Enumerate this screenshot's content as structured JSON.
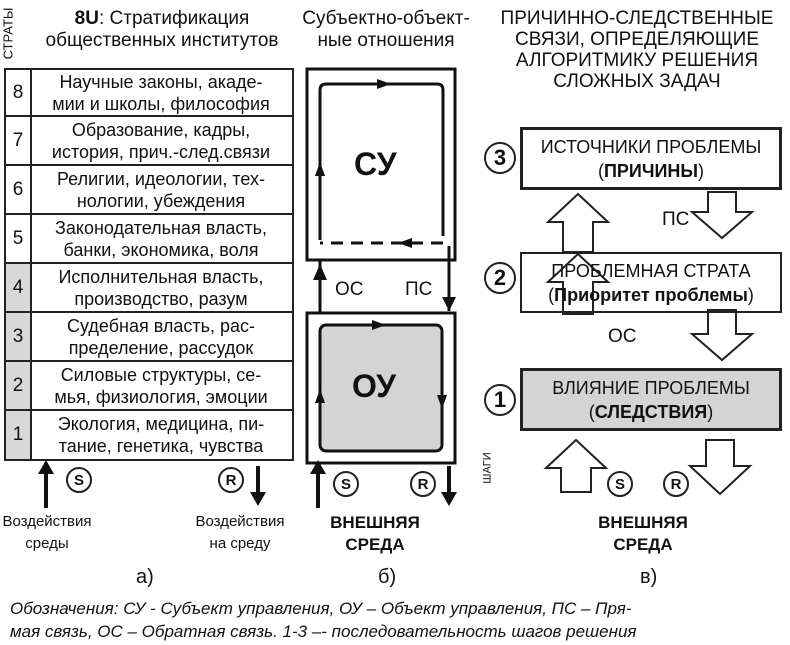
{
  "panel_a": {
    "strata_label": "СТРАТЫ",
    "title_bold": "8U",
    "title_line1": ": Стратификация",
    "title_line2": "общественных институтов",
    "rows": [
      {
        "num": "8",
        "line1": "Научные законы, акаде-",
        "line2": "мии и школы, философия"
      },
      {
        "num": "7",
        "line1": "Образование, кадры,",
        "line2": "история, прич.-след.связи"
      },
      {
        "num": "6",
        "line1": "Религии, идеологии, тех-",
        "line2": "нологии, убеждения"
      },
      {
        "num": "5",
        "line1": "Законодательная власть,",
        "line2": "банки, экономика, воля"
      },
      {
        "num": "4",
        "line1": "Исполнительная власть,",
        "line2": "производство, разум"
      },
      {
        "num": "3",
        "line1": "Судебная власть, рас-",
        "line2": "пределение, рассудок"
      },
      {
        "num": "2",
        "line1": "Силовые структуры, се-",
        "line2": "мья, физиология, эмоции"
      },
      {
        "num": "1",
        "line1": "Экология, медицина, пи-",
        "line2": "тание, генетика, чувства"
      }
    ],
    "s_label": "S",
    "r_label": "R",
    "left_caption_1": "Воздействия",
    "left_caption_2": "среды",
    "right_caption_1": "Воздействия",
    "right_caption_2": "на среду",
    "panel_letter": "а)"
  },
  "panel_b": {
    "title_line1": "Субъектно-объект-",
    "title_line2": "ные отношения",
    "su_label": "СУ",
    "ou_label": "ОУ",
    "os_label": "ОС",
    "ps_label": "ПС",
    "s_label": "S",
    "r_label": "R",
    "env_line1": "ВНЕШНЯЯ",
    "env_line2": "СРЕДА",
    "panel_letter": "б)"
  },
  "panel_c": {
    "title_lines": [
      "ПРИЧИННО-СЛЕДСТВЕННЫЕ",
      "СВЯЗИ, ОПРЕДЕЛЯЮЩИЕ",
      "АЛГОРИТМИКУ РЕШЕНИЯ",
      "СЛОЖНЫХ ЗАДАЧ"
    ],
    "step3": {
      "num": "3",
      "line1": "ИСТОЧНИКИ ПРОБЛЕМЫ",
      "line2_open": "(",
      "line2_bold": "ПРИЧИНЫ",
      "line2_close": ")"
    },
    "step2": {
      "num": "2",
      "line1": "ПРОБЛЕМНАЯ СТРАТА",
      "line2_open": "(",
      "line2_bold": "Приоритет проблемы",
      "line2_close": ")"
    },
    "step1": {
      "num": "1",
      "line1": "ВЛИЯНИЕ ПРОБЛЕМЫ",
      "line2_open": "(",
      "line2_bold": "СЛЕДСТВИЯ",
      "line2_close": ")"
    },
    "ps_label": "ПС",
    "os_label": "ОС",
    "steps_label": "ШАГИ",
    "s_label": "S",
    "r_label": "R",
    "env_line1": "ВНЕШНЯЯ",
    "env_line2": "СРЕДА",
    "panel_letter": "в)"
  },
  "legend": {
    "line1": "Обозначения: СУ - Субъект управления, ОУ – Объект управления, ПС – Пря-",
    "line2": "мая связь, ОС – Обратная связь.  1-3 –- последовательность шагов решения"
  }
}
